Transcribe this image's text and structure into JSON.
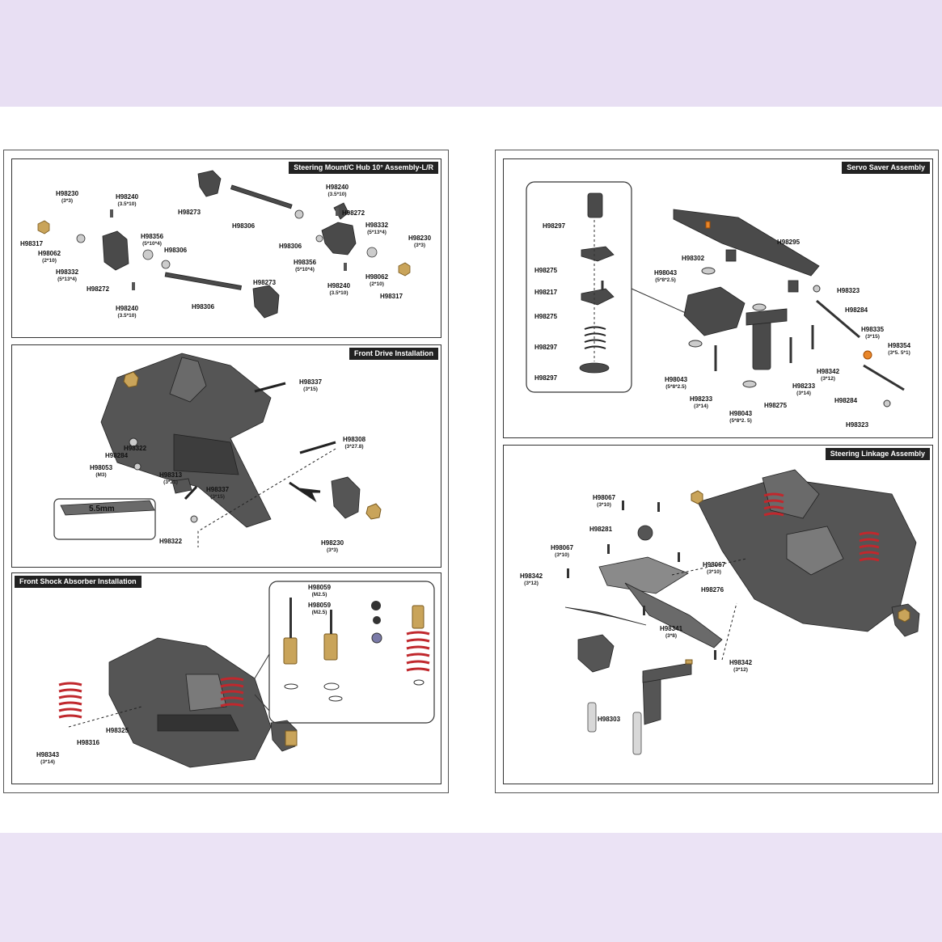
{
  "page1": {
    "p1": {
      "title": "Steering Mount/C Hub 10° Assembly-L/R",
      "labels": [
        {
          "id": "H98230",
          "sub": "(3*3)"
        },
        {
          "id": "H98240",
          "sub": "(3.5*10)"
        },
        {
          "id": "H98273",
          "sub": ""
        },
        {
          "id": "H98306",
          "sub": ""
        },
        {
          "id": "H98240",
          "sub": "(3.5*10)"
        },
        {
          "id": "H98272",
          "sub": ""
        },
        {
          "id": "H98332",
          "sub": "(5*13*4)"
        },
        {
          "id": "H98230",
          "sub": "(3*3)"
        },
        {
          "id": "H98317",
          "sub": ""
        },
        {
          "id": "H98062",
          "sub": "(2*10)"
        },
        {
          "id": "H98356",
          "sub": "(5*10*4)"
        },
        {
          "id": "H98306",
          "sub": ""
        },
        {
          "id": "H98306",
          "sub": ""
        },
        {
          "id": "H98356",
          "sub": "(5*10*4)"
        },
        {
          "id": "H98062",
          "sub": "(2*10)"
        },
        {
          "id": "H98332",
          "sub": "(5*13*4)"
        },
        {
          "id": "H98272",
          "sub": ""
        },
        {
          "id": "H98240",
          "sub": "(3.5*10)"
        },
        {
          "id": "H98273",
          "sub": ""
        },
        {
          "id": "H98306",
          "sub": ""
        },
        {
          "id": "H98240",
          "sub": "(3.5*10)"
        },
        {
          "id": "H98317",
          "sub": ""
        }
      ]
    },
    "p2": {
      "title": "Front Drive Installation",
      "dimension": "5.5mm",
      "labels": [
        {
          "id": "H98337",
          "sub": "(3*15)"
        },
        {
          "id": "H98308",
          "sub": "(3*27.8)"
        },
        {
          "id": "H98322",
          "sub": ""
        },
        {
          "id": "H98284",
          "sub": ""
        },
        {
          "id": "H98053",
          "sub": "(M3)"
        },
        {
          "id": "H98313",
          "sub": "(3*21)"
        },
        {
          "id": "H98337",
          "sub": "(3*15)"
        },
        {
          "id": "H98322",
          "sub": ""
        },
        {
          "id": "H98230",
          "sub": "(3*3)"
        }
      ]
    },
    "p3": {
      "title": "Front Shock Absorber Installation",
      "labels": [
        {
          "id": "H98059",
          "sub": "(M2.5)"
        },
        {
          "id": "H98059",
          "sub": "(M2.5)"
        },
        {
          "id": "H98325",
          "sub": ""
        },
        {
          "id": "H98316",
          "sub": ""
        },
        {
          "id": "H98343",
          "sub": "(3*14)"
        }
      ]
    }
  },
  "page2": {
    "p4": {
      "title": "Servo Saver Assembly",
      "labels": [
        {
          "id": "H98297",
          "sub": ""
        },
        {
          "id": "H98275",
          "sub": ""
        },
        {
          "id": "H98217",
          "sub": ""
        },
        {
          "id": "H98275",
          "sub": ""
        },
        {
          "id": "H98297",
          "sub": ""
        },
        {
          "id": "H98297",
          "sub": ""
        },
        {
          "id": "H98295",
          "sub": ""
        },
        {
          "id": "H98302",
          "sub": ""
        },
        {
          "id": "H98043",
          "sub": "(5*8*2.5)"
        },
        {
          "id": "H98323",
          "sub": ""
        },
        {
          "id": "H98284",
          "sub": ""
        },
        {
          "id": "H98335",
          "sub": "(3*15)"
        },
        {
          "id": "H98354",
          "sub": "(3*5. 5*1)"
        },
        {
          "id": "H98342",
          "sub": "(3*12)"
        },
        {
          "id": "H98043",
          "sub": "(5*8*2.5)"
        },
        {
          "id": "H98233",
          "sub": "(3*14)"
        },
        {
          "id": "H98233",
          "sub": "(3*14)"
        },
        {
          "id": "H98275",
          "sub": ""
        },
        {
          "id": "H98043",
          "sub": "(5*8*2. 5)"
        },
        {
          "id": "H98284",
          "sub": ""
        },
        {
          "id": "H98323",
          "sub": ""
        }
      ]
    },
    "p5": {
      "title": "Steering Linkage Assembly",
      "labels": [
        {
          "id": "H98067",
          "sub": "(3*10)"
        },
        {
          "id": "H98281",
          "sub": ""
        },
        {
          "id": "H98067",
          "sub": "(3*10)"
        },
        {
          "id": "H98342",
          "sub": "(3*12)"
        },
        {
          "id": "H98067",
          "sub": "(3*10)"
        },
        {
          "id": "H98276",
          "sub": ""
        },
        {
          "id": "H98341",
          "sub": "(3*8)"
        },
        {
          "id": "H98342",
          "sub": "(3*12)"
        },
        {
          "id": "H98303",
          "sub": ""
        }
      ]
    }
  },
  "colors": {
    "band_top": "#e8dff3",
    "band_bottom": "#ebe3f5",
    "part_dark": "#4a4a4a",
    "spring_red": "#c0282d",
    "brass": "#c9a45a",
    "orange": "#e8862a"
  }
}
